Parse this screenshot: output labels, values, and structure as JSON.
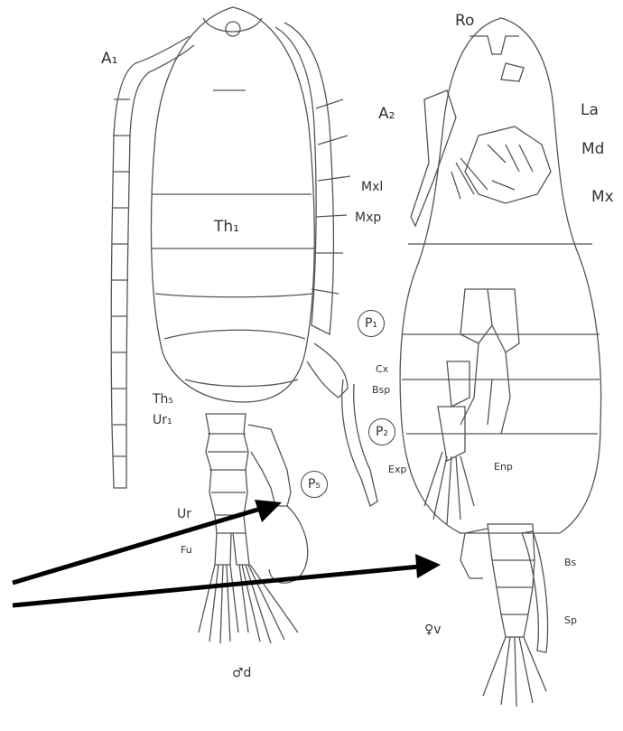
{
  "labels": {
    "A1": "A₁",
    "Th1": "Th₁",
    "Th5": "Th₅",
    "Ur1": "Ur₁",
    "Ur": "Ur",
    "Fu": "Fu",
    "P5": "P₅",
    "male_dorsal": "♂d",
    "Ro": "Ro",
    "A2": "A₂",
    "La": "La",
    "Md": "Md",
    "Mxl": "Mxl",
    "Mx": "Mx",
    "Mxp": "Mxp",
    "P1": "P₁",
    "Cx": "Cx",
    "Bsp": "Bsp",
    "P2": "P₂",
    "Exp": "Exp",
    "Enp": "Enp",
    "Bs": "Bs",
    "Sp": "Sp",
    "female_ventral": "♀v"
  },
  "colors": {
    "ink": "#555555",
    "arrow": "#000000"
  }
}
